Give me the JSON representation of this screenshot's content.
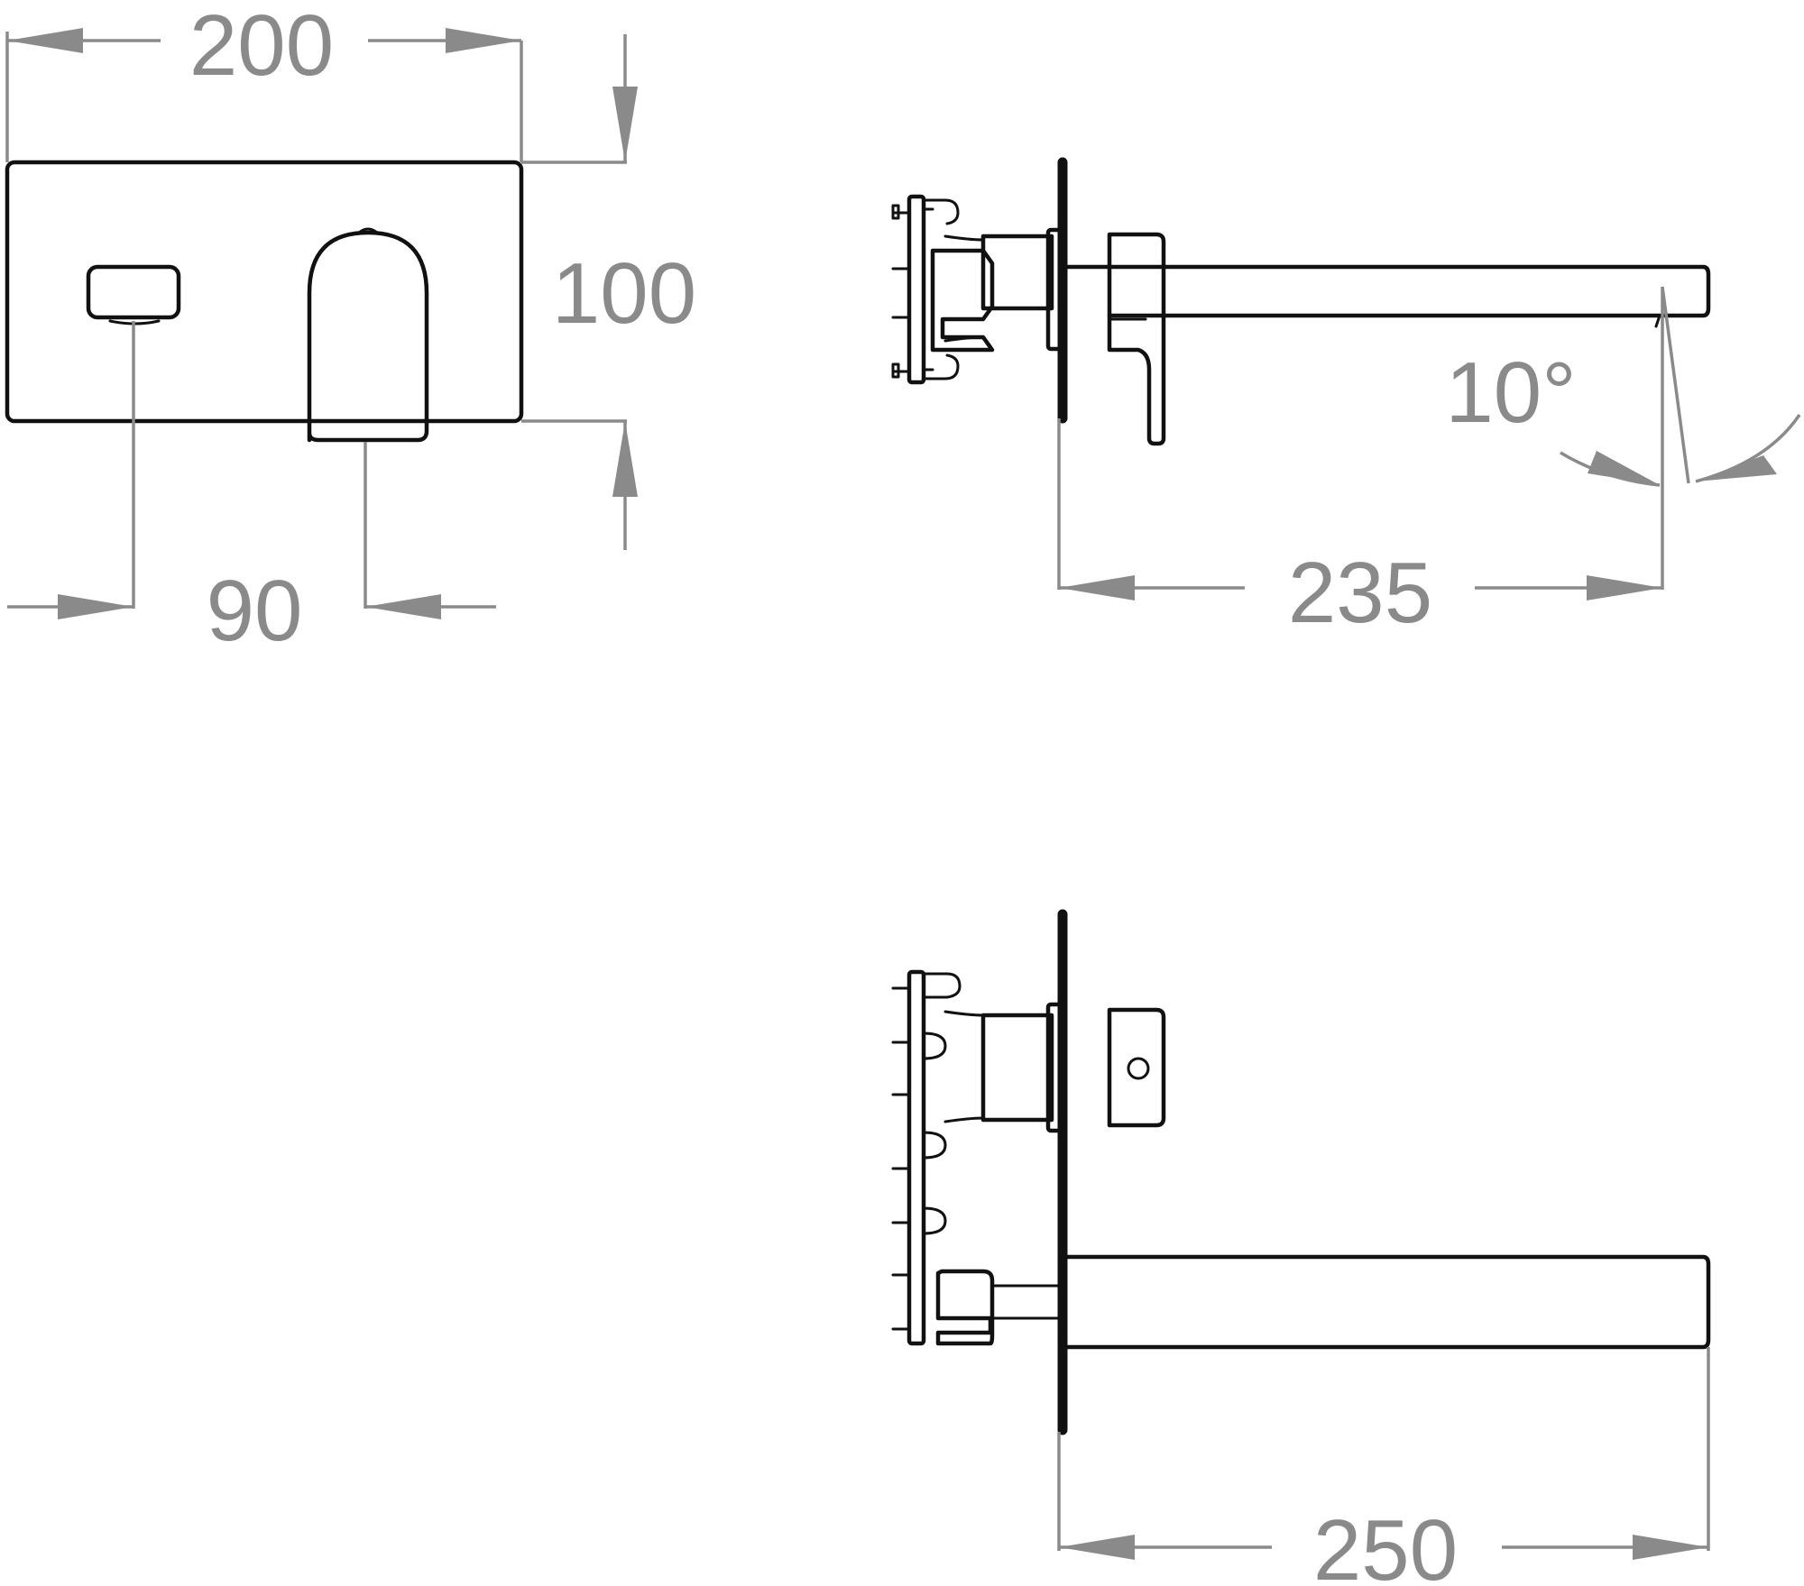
{
  "dimensions": {
    "plate_width": "200",
    "plate_height": "100",
    "outlet_spacing": "90",
    "spout_projection": "235",
    "spout_angle": "10°",
    "spout_length": "250"
  },
  "colors": {
    "outline": "#111111",
    "dimension": "#8a8a8a",
    "background": "#ffffff"
  }
}
